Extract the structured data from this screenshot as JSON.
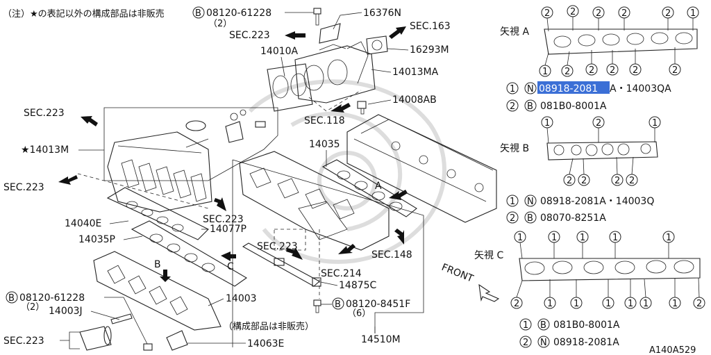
{
  "note": "（注）★の表記以外の構成部品は非販売",
  "labels": {
    "p08120_61228_top": "08120-61228",
    "p08120_61228_top_qty": "（2）",
    "p16376N": "16376N",
    "sec223_a": "SEC.223",
    "sec163": "SEC.163",
    "p14010A": "14010A",
    "p16293M": "16293M",
    "p14013MA": "14013MA",
    "p14008AB": "14008AB",
    "sec118": "SEC.118",
    "sec223_b": "SEC.223",
    "p14013M": "★14013M",
    "sec223_c": "SEC.223",
    "p14035": "14035",
    "letter_a": "A",
    "sec223_d": "SEC.223",
    "p14077P": "14077P",
    "p14040E": "14040E",
    "p14035P": "14035P",
    "sec223_e": "SEC.223",
    "sec148": "SEC.148",
    "sec214": "SEC.214",
    "letter_b": "B",
    "letter_c": "C",
    "p14875C": "14875C",
    "p08120_61228_left": "08120-61228",
    "p08120_61228_left_qty": "（2）",
    "p14003J": "14003J",
    "p08120_8451F": "08120-8451F",
    "p08120_8451F_qty": "（6）",
    "p14003": "14003",
    "p14003_note": "（構成部品は非販売）",
    "sec223_f": "SEC.223",
    "p14510M": "14510M",
    "p14063E": "14063E",
    "front": "FRONT",
    "b_mark": "B",
    "n_mark": "N"
  },
  "views": {
    "a": {
      "title": "矢視  A",
      "legend1_code": "08918-2081",
      "legend1_rest": "A・14003QA",
      "legend2": "081B0-8001A",
      "top_marks": [
        "2",
        "2",
        "2",
        "2",
        "2",
        "1"
      ],
      "bottom_marks": [
        "1",
        "2",
        "2",
        "2",
        "2",
        "2"
      ]
    },
    "b": {
      "title": "矢視  B",
      "legend1": "08918-2081A・14003Q",
      "legend2": "08070-8251A",
      "top_marks": [
        "1",
        "2",
        "1"
      ],
      "bottom_marks": [
        "2",
        "2",
        "2",
        "2"
      ]
    },
    "c": {
      "title": "矢視  C",
      "legend1": "081B0-8001A",
      "legend2": "08918-2081A",
      "top_marks": [
        "1",
        "1",
        "1",
        "1",
        "1"
      ],
      "bottom_marks": [
        "2",
        "1",
        "1",
        "1",
        "1",
        "1",
        "1",
        "2"
      ]
    },
    "circle1": "1",
    "circle2": "2"
  },
  "code": "A140A529"
}
